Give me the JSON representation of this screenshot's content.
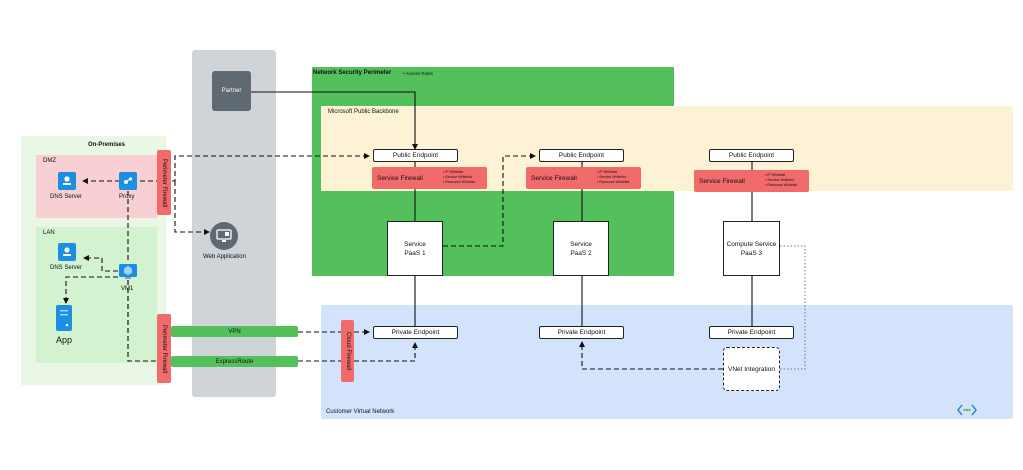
{
  "onprem": {
    "title": "On-Premises",
    "dmz_label": "DMZ",
    "lan_label": "LAN"
  },
  "nodes": {
    "dmz_dns": "DNS Server",
    "proxy": "Proxy",
    "lan_dns": "DNS Server",
    "vm1": "VM1",
    "app": "App",
    "web_app": "Web Application",
    "partner": "Partner"
  },
  "bars": {
    "perimeter_firewall_top": "Perimeter Firewall",
    "perimeter_firewall_bottom": "Perimeter Firewall",
    "vpn": "VPN",
    "expressroute": "ExpressRoute",
    "cloud_firewall": "Cloud Firewall"
  },
  "nsp": {
    "title": "Network Security Perimeter",
    "access_rules": "• Access Rules"
  },
  "backbone": {
    "title": "Microsoft Public Backbone"
  },
  "vnet": {
    "title": "Customer Virtual Network"
  },
  "endpoints": {
    "public_1": "Public Endpoint",
    "public_2": "Public Endpoint",
    "public_3": "Public Endpoint",
    "private_1": "Private Endpoint",
    "private_2": "Private Endpoint",
    "private_3": "Private Endpoint"
  },
  "firewalls": {
    "title": "Service Firewall",
    "rule_1": "• IP Whitelist",
    "rule_2": "• Service Whitelist",
    "rule_3": "• Resource Whitelist"
  },
  "services": {
    "s1_line1": "Service",
    "s1_line2": "PaaS 1",
    "s2_line1": "Service",
    "s2_line2": "PaaS 2",
    "s3_line1": "Compute Service",
    "s3_line2": "PaaS 3"
  },
  "vnet_integration": "VNet Integration",
  "colors": {
    "nsp_green": "#53c05c",
    "firewall_red": "#f26b6b",
    "backbone_cream": "#fdf1d6",
    "vnet_blue": "#d3e3fb",
    "icon_blue": "#1b8fe3",
    "partner_gray": "#5f6971"
  }
}
